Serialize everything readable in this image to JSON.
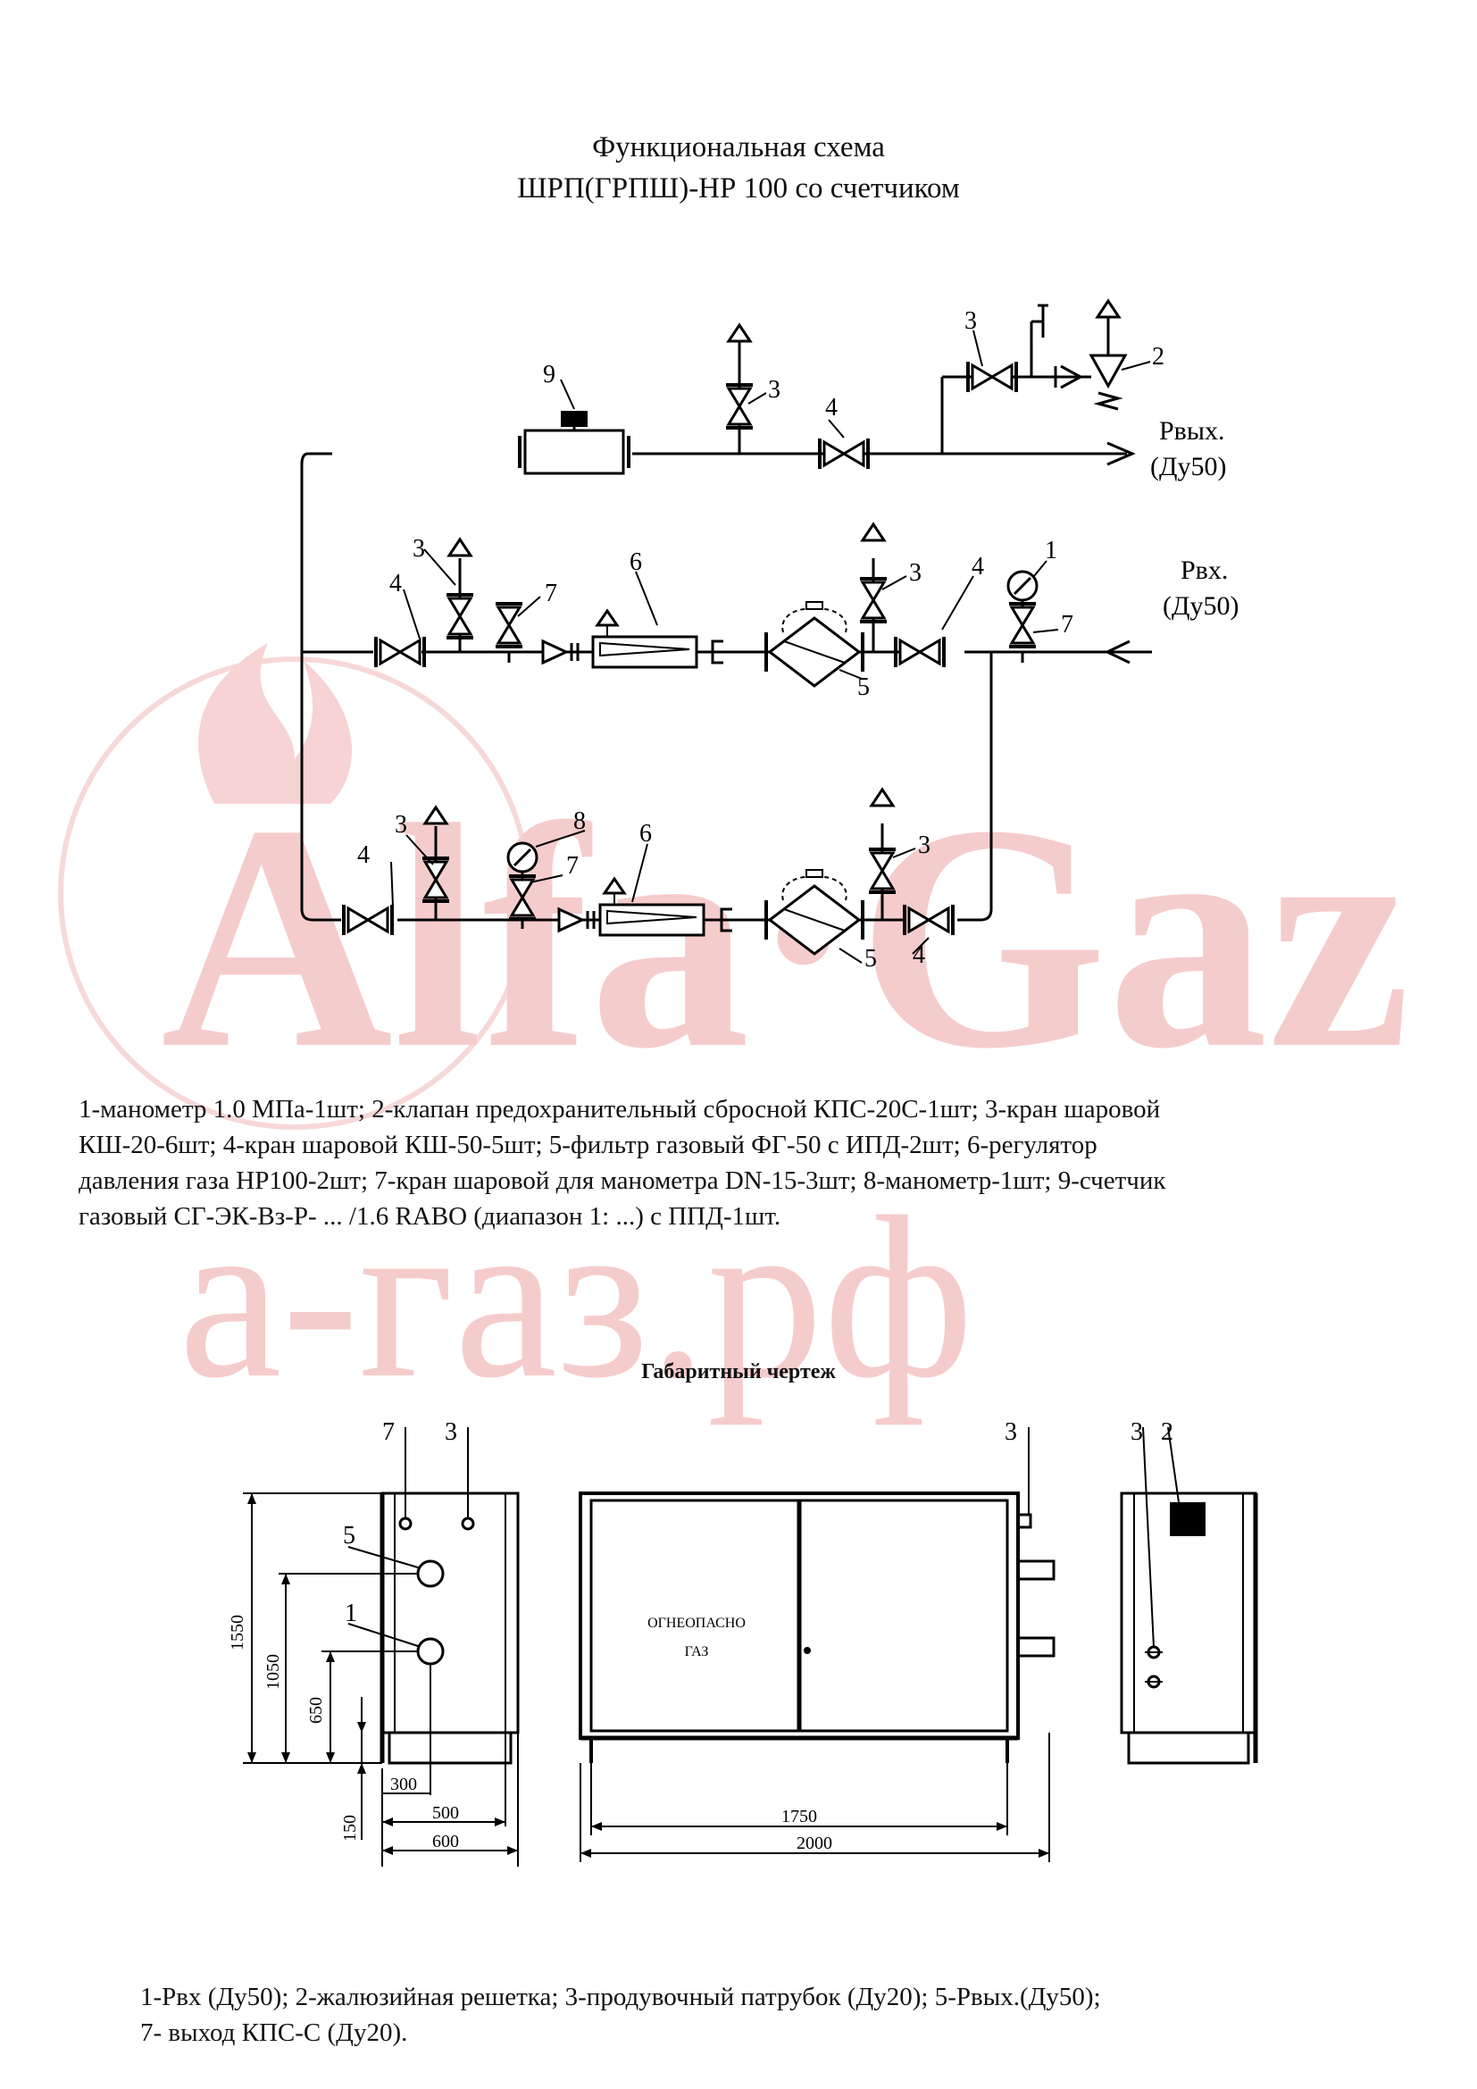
{
  "title": {
    "line1": "Функциональная схема",
    "line2": "ШРП(ГРПШ)-НР 100 со счетчиком"
  },
  "watermark": {
    "brand": "Alfa·Gaz",
    "site": "а-газ.рф",
    "color": "#f4c4c4"
  },
  "scheme": {
    "outlet_label": "Рвых.",
    "outlet_size": "(Ду50)",
    "inlet_label": "Рвх.",
    "inlet_size": "(Ду50)",
    "positions": [
      "1",
      "2",
      "3",
      "4",
      "5",
      "6",
      "7",
      "8",
      "9"
    ]
  },
  "legend_top": [
    "1-манометр 1.0 МПа-1шт; 2-клапан предохранительный сбросной КПС-20С-1шт; 3-кран шаровой",
    "КШ-20-6шт; 4-кран шаровой КШ-50-5шт; 5-фильтр газовый ФГ-50 с ИПД-2шт; 6-регулятор",
    "давления газа НР100-2шт; 7-кран шаровой для манометра DN-15-3шт; 8-манометр-1шт; 9-счетчик",
    "газовый СГ-ЭК-Вз-Р- ... /1.6 RABO (диапазон 1: ...) с ППД-1шт."
  ],
  "gab_title": "Габаритный чертеж",
  "door_text": {
    "line1": "ОГНЕОПАСНО",
    "line2": "ГАЗ"
  },
  "dimensions": {
    "height_total": "1550",
    "height_outlet": "1050",
    "height_inlet": "650",
    "base": "150",
    "inlet_offset": "300",
    "cabinet_depth": "500",
    "frame_depth": "600",
    "cabinet_length": "1750",
    "frame_length": "2000"
  },
  "legend_bottom": [
    "1-Рвх (Ду50); 2-жалюзийная решетка; 3-продувочный патрубок (Ду20); 5-Рвых.(Ду50);",
    "7- выход КПС-С (Ду20)."
  ]
}
